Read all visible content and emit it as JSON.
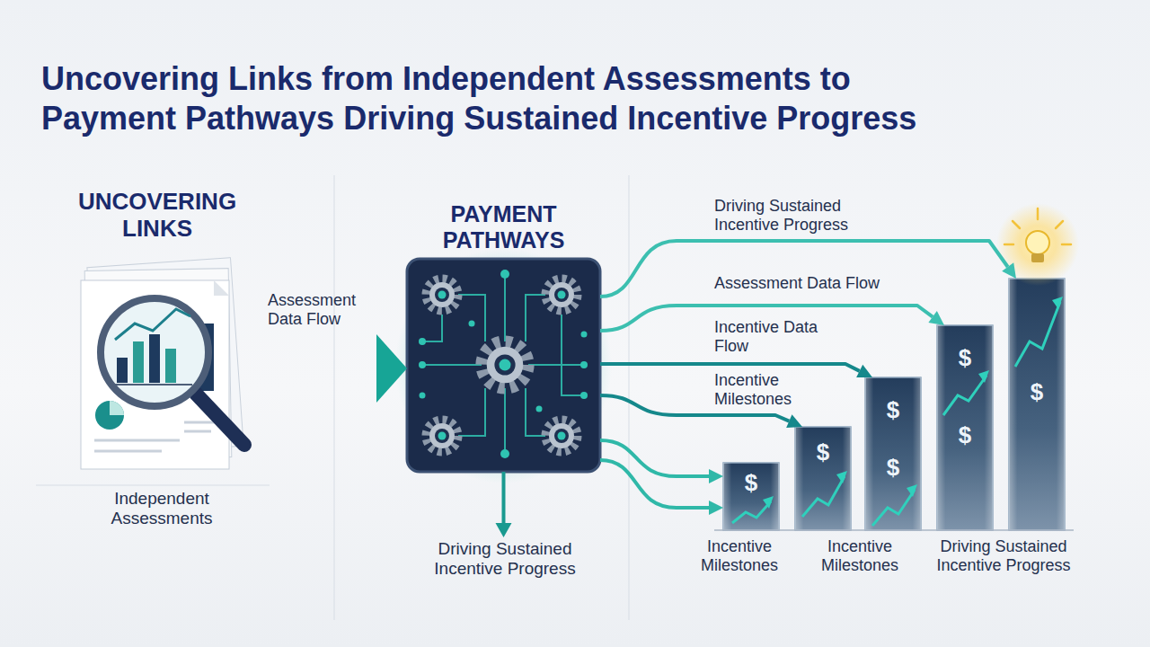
{
  "diagram": {
    "title": "Uncovering Links from Independent Assessments to Payment Pathways Driving Sustained Incentive Progress",
    "nodes": [
      {
        "text": [
          "UNCOVERING LINKS",
          "Independent Assessments"
        ]
      },
      {
        "text": [
          "PAYMENT PATHWAYS"
        ]
      },
      {
        "text": [
          "Driving Sustained Incentive Progress"
        ]
      },
      {
        "text": [
          "$"
        ]
      },
      {
        "text": [
          "$"
        ]
      },
      {
        "text": [
          "$",
          "$"
        ]
      },
      {
        "text": [
          "$",
          "$"
        ]
      },
      {
        "text": [
          "$"
        ]
      }
    ],
    "edges": [
      {
        "from": 0,
        "to": 1,
        "label": "Assessment Data Flow",
        "arrow": "to"
      },
      {
        "from": 1,
        "to": 2,
        "arrow": "to"
      },
      {
        "from": 1,
        "to": 7,
        "label": "Driving Sustained Incentive Progress",
        "arrow": "to"
      },
      {
        "from": 1,
        "to": 6,
        "label": "Assessment Data Flow",
        "arrow": "to"
      },
      {
        "from": 1,
        "to": 5,
        "label": "Incentive Data Flow",
        "arrow": "to"
      },
      {
        "from": 1,
        "to": 4,
        "label": "Incentive Milestones",
        "arrow": "to"
      },
      {
        "from": 1,
        "to": 3,
        "arrow": "to"
      },
      {
        "from": 1,
        "to": 3,
        "arrow": "to"
      }
    ],
    "labels": [
      "Incentive Milestones",
      "Incentive Milestones",
      "Driving Sustained Incentive Progress"
    ]
  }
}
